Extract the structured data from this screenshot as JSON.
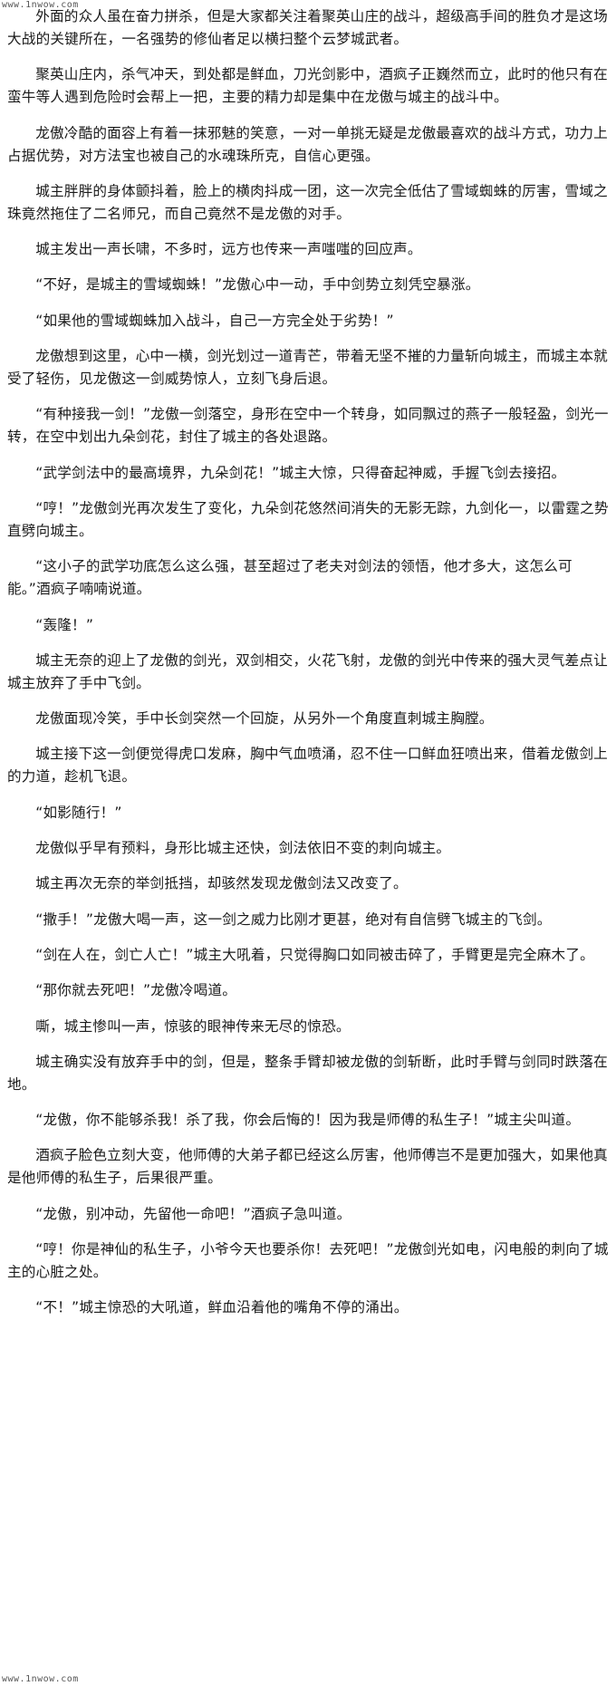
{
  "watermark": {
    "top": "www.1nwow.com",
    "bottom": "www.1nwow.com"
  },
  "paragraphs": [
    "外面的众人虽在奋力拼杀，但是大家都关注着聚英山庄的战斗，超级高手间的胜负才是这场大战的关键所在，一名强势的修仙者足以横扫整个云梦城武者。",
    "聚英山庄内，杀气冲天，到处都是鲜血，刀光剑影中，酒疯子正巍然而立，此时的他只有在蛮牛等人遇到危险时会帮上一把，主要的精力却是集中在龙傲与城主的战斗中。",
    "龙傲冷酷的面容上有着一抹邪魅的笑意，一对一单挑无疑是龙傲最喜欢的战斗方式，功力上占据优势，对方法宝也被自己的水魂珠所克，自信心更强。",
    "城主胖胖的身体颤抖着，脸上的横肉抖成一团，这一次完全低估了雪域蜘蛛的厉害，雪域之珠竟然拖住了二名师兄，而自己竟然不是龙傲的对手。",
    "城主发出一声长啸，不多时，远方也传来一声嗤嗤的回应声。",
    "“不好，是城主的雪域蜘蛛！”龙傲心中一动，手中剑势立刻凭空暴涨。",
    "“如果他的雪域蜘蛛加入战斗，自己一方完全处于劣势！”",
    "龙傲想到这里，心中一横，剑光划过一道青芒，带着无坚不摧的力量斩向城主，而城主本就受了轻伤，见龙傲这一剑威势惊人，立刻飞身后退。",
    "“有种接我一剑！”龙傲一剑落空，身形在空中一个转身，如同飘过的燕子一般轻盈，剑光一转，在空中划出九朵剑花，封住了城主的各处退路。",
    "“武学剑法中的最高境界，九朵剑花！”城主大惊，只得奋起神威，手握飞剑去接招。",
    "“哼！”龙傲剑光再次发生了变化，九朵剑花悠然间消失的无影无踪，九剑化一，以雷霆之势直劈向城主。",
    "“这小子的武学功底怎么这么强，甚至超过了老夫对剑法的领悟，他才多大，这怎么可能。”酒疯子喃喃说道。",
    "“轰隆！”",
    "城主无奈的迎上了龙傲的剑光，双剑相交，火花飞射，龙傲的剑光中传来的强大灵气差点让城主放弃了手中飞剑。",
    "龙傲面现冷笑，手中长剑突然一个回旋，从另外一个角度直刺城主胸膛。",
    "城主接下这一剑便觉得虎口发麻，胸中气血喷涌，忍不住一口鲜血狂喷出来，借着龙傲剑上的力道，趁机飞退。",
    "“如影随行！”",
    "龙傲似乎早有预料，身形比城主还快，剑法依旧不变的刺向城主。",
    "城主再次无奈的举剑抵挡，却骇然发现龙傲剑法又改变了。",
    "“撒手！”龙傲大喝一声，这一剑之威力比刚才更甚，绝对有自信劈飞城主的飞剑。",
    "“剑在人在，剑亡人亡！”城主大吼着，只觉得胸口如同被击碎了，手臂更是完全麻木了。",
    "“那你就去死吧！”龙傲冷喝道。",
    "嘶，城主惨叫一声，惊骇的眼神传来无尽的惊恐。",
    "城主确实没有放弃手中的剑，但是，整条手臂却被龙傲的剑斩断，此时手臂与剑同时跌落在地。",
    "“龙傲，你不能够杀我！杀了我，你会后悔的！因为我是师傅的私生子！”城主尖叫道。",
    "酒疯子脸色立刻大变，他师傅的大弟子都已经这么厉害，他师傅岂不是更加强大，如果他真是他师傅的私生子，后果很严重。",
    "“龙傲，别冲动，先留他一命吧！”酒疯子急叫道。",
    "“哼！你是神仙的私生子，小爷今天也要杀你！去死吧！”龙傲剑光如电，闪电般的刺向了城主的心脏之处。",
    "“不！”城主惊恐的大吼道，鲜血沿着他的嘴角不停的涌出。"
  ]
}
